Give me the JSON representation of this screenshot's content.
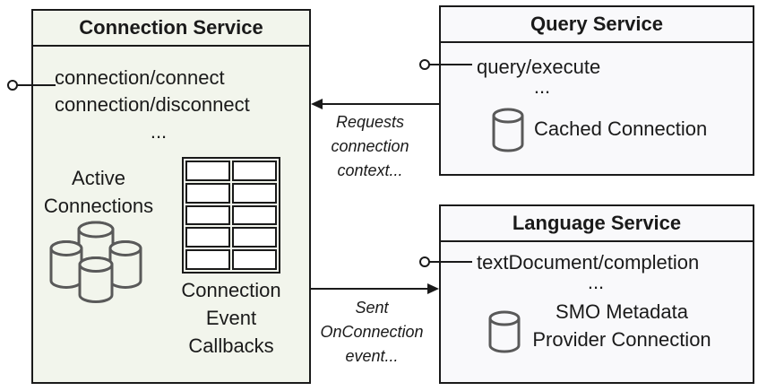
{
  "connection_service": {
    "title": "Connection Service",
    "method_1": "connection/connect",
    "method_2": "connection/disconnect",
    "ellipsis": "...",
    "active_connections_label": "Active Connections",
    "callbacks_label": "Connection Event Callbacks",
    "callbacks_table": {
      "rows": 5,
      "cols": 2
    }
  },
  "query_service": {
    "title": "Query Service",
    "method_1": "query/execute",
    "ellipsis": "...",
    "cached_connection_label": "Cached Connection"
  },
  "language_service": {
    "title": "Language Service",
    "method_1": "textDocument/completion",
    "ellipsis": "...",
    "smo_label": "SMO Metadata Provider Connection"
  },
  "arrows": {
    "requests_label": "Requests connection context...",
    "sent_label": "Sent OnConnection event..."
  },
  "colors": {
    "connection_box_fill": "#f2f5ec",
    "service_box_fill": "#f9f9fb",
    "border": "#1a1a1a",
    "cylinder_stroke": "#595959"
  }
}
